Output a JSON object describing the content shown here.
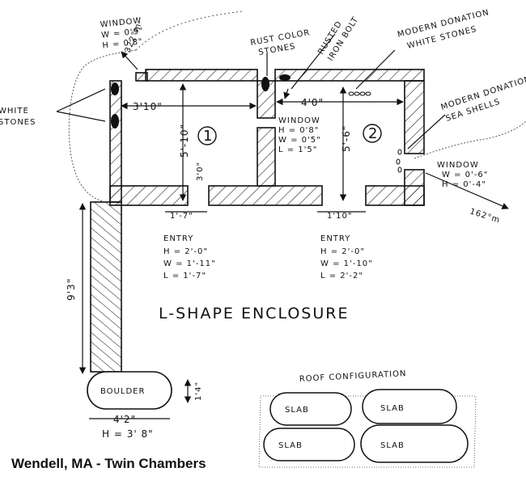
{
  "caption": "Wendell, MA - Twin Chambers",
  "labels": {
    "window_top_left": [
      "WINDOW",
      "W = 0'9\"",
      "H = 0'8\""
    ],
    "bearing_top_left": "322°m",
    "white_stones": [
      "WHITE",
      "STONES"
    ],
    "rust_color_stones": [
      "RUST COLOR",
      "STONES"
    ],
    "rusted_iron_bolt": [
      "RUSTED",
      "IRON BOLT"
    ],
    "modern_donation_white_stones": [
      "MODERN DONATION",
      "WHITE STONES"
    ],
    "modern_donation_sea_shells": [
      "MODERN DONATION",
      "SEA SHELLS"
    ],
    "dim_chamber1_width": "3'10\"",
    "dim_chamber2_width": "4'0\"",
    "dim_chamber1_length": "5'-10\"",
    "dim_chamber2_length": "5'-6\"",
    "wall_thickness_left": "3'0\"",
    "chamber1_number": "1",
    "chamber2_number": "2",
    "window_middle": [
      "WINDOW",
      "H = 0'8\"",
      "W = 0'5\"",
      "L = 1'5\""
    ],
    "window_right": [
      "WINDOW",
      "W = 0'-6\"",
      "H = 0'-4\""
    ],
    "bearing_right": "162°m",
    "entry1_width": "1'-7\"",
    "entry2_width": "1'10\"",
    "entry1": [
      "ENTRY",
      "H = 2'-0\"",
      "W = 1'-11\"",
      "L = 1'-7\""
    ],
    "entry2": [
      "ENTRY",
      "H = 2'-0\"",
      "W = 1'-10\"",
      "L = 2'-2\""
    ],
    "wall_length": "9'3\"",
    "enclosure": "L-SHAPE ENCLOSURE",
    "boulder": "BOULDER",
    "boulder_depth": "1'4\"",
    "boulder_width": "4'2\"",
    "boulder_height": "H = 3' 8\"",
    "roof_title": "ROOF CONFIGURATION",
    "slab": "SLAB"
  }
}
